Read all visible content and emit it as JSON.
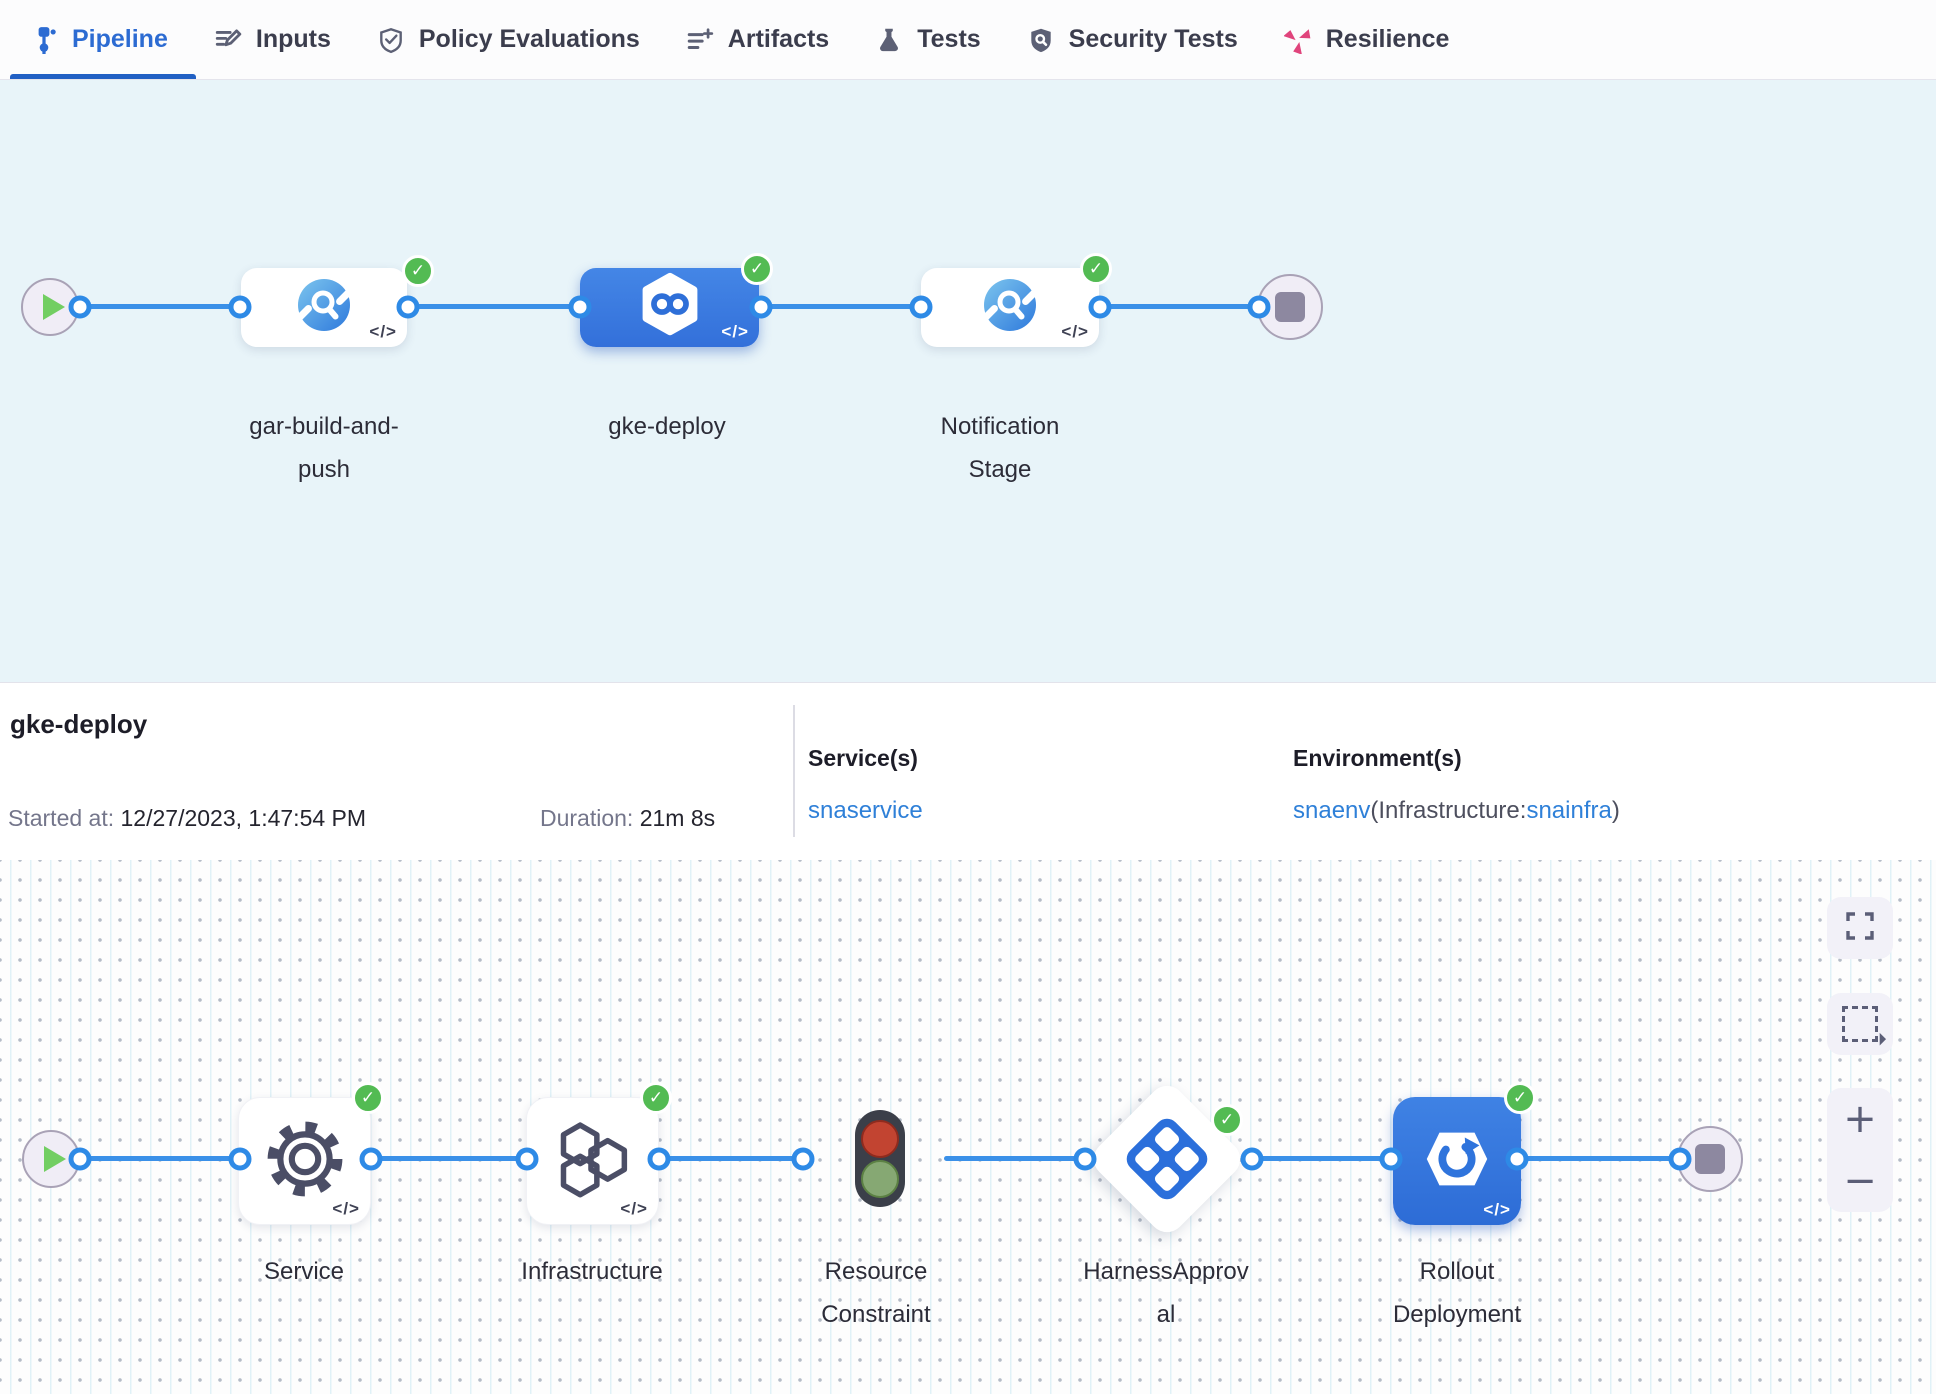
{
  "tabs": [
    {
      "label": "Pipeline",
      "icon": "pipeline-icon",
      "active": true
    },
    {
      "label": "Inputs",
      "icon": "inputs-icon",
      "active": false
    },
    {
      "label": "Policy Evaluations",
      "icon": "policy-evaluations-icon",
      "active": false
    },
    {
      "label": "Artifacts",
      "icon": "artifacts-icon",
      "active": false
    },
    {
      "label": "Tests",
      "icon": "tests-icon",
      "active": false
    },
    {
      "label": "Security Tests",
      "icon": "security-tests-icon",
      "active": false
    },
    {
      "label": "Resilience",
      "icon": "resilience-icon",
      "active": false
    }
  ],
  "stage_graph": {
    "stages": [
      {
        "name_lines": [
          "gar-build-and-",
          "push"
        ],
        "status": "success",
        "selected": false
      },
      {
        "name_lines": [
          "gke-deploy",
          ""
        ],
        "status": "success",
        "selected": true
      },
      {
        "name_lines": [
          "Notification",
          "Stage"
        ],
        "status": "success",
        "selected": false
      }
    ]
  },
  "details": {
    "title": "gke-deploy",
    "started_label": "Started at:",
    "started_value": "12/27/2023, 1:47:54 PM",
    "duration_label": "Duration:",
    "duration_value": "21m 8s",
    "services_label": "Service(s)",
    "service_link": "snaservice",
    "environments_label": "Environment(s)",
    "environment_link": "snaenv",
    "environment_infra_prefix": "(Infrastructure:",
    "environment_infra_link": "snainfra",
    "environment_suffix": ")"
  },
  "step_graph": {
    "steps": [
      {
        "name_lines": [
          "Service",
          ""
        ],
        "status": "success"
      },
      {
        "name_lines": [
          "Infrastructure",
          ""
        ],
        "status": "success"
      },
      {
        "name_lines": [
          "Resource",
          "Constraint"
        ],
        "status": "none"
      },
      {
        "name_lines": [
          "HarnessApprov",
          "al"
        ],
        "status": "success"
      },
      {
        "name_lines": [
          "Rollout",
          "Deployment"
        ],
        "status": "success"
      }
    ]
  },
  "glyphs": {
    "code": "</>",
    "check": "✓"
  },
  "controls": {
    "zoom_in_label": "+",
    "zoom_out_label": "−"
  },
  "colors": {
    "accent_blue": "#2c6bd2",
    "edge_blue": "#3a90e8",
    "success_green": "#53bb53",
    "link_blue": "#2f80d8",
    "selected_stage_blue": "#3f7de0",
    "resilience_pink": "#e0447c",
    "canvas_blue": "#e8f4f9"
  }
}
